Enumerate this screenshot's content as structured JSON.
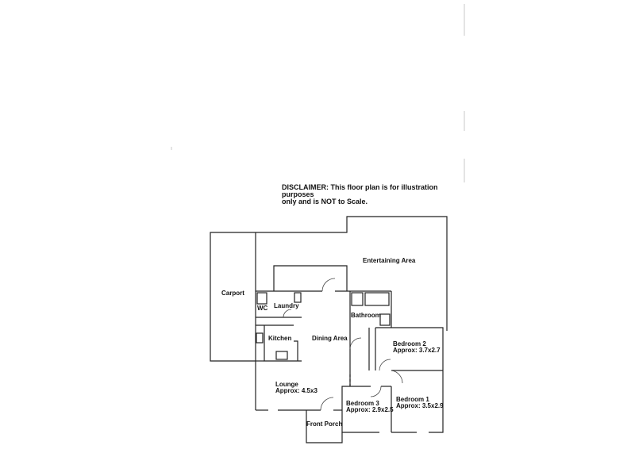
{
  "disclaimer": {
    "line1": "DISCLAIMER: This floor plan is for illustration purposes",
    "line2": "only and is NOT to Scale."
  },
  "rooms": {
    "entertaining": "Entertaining Area",
    "carport": "Carport",
    "wc": "WC",
    "laundry": "Laundry",
    "kitchen": "Kitchen",
    "dining": "Dining Area",
    "bathroom": "Bathroom",
    "bedroom2": {
      "name": "Bedroom 2",
      "size": "Approx: 3.7x2.7"
    },
    "bedroom1": {
      "name": "Bedroom 1",
      "size": "Approx: 3.5x2.9"
    },
    "bedroom3": {
      "name": "Bedroom 3",
      "size": "Approx: 2.9x2.5"
    },
    "lounge": {
      "name": "Lounge",
      "size": "Approx: 4.5x3"
    },
    "porch": "Front Porch"
  }
}
